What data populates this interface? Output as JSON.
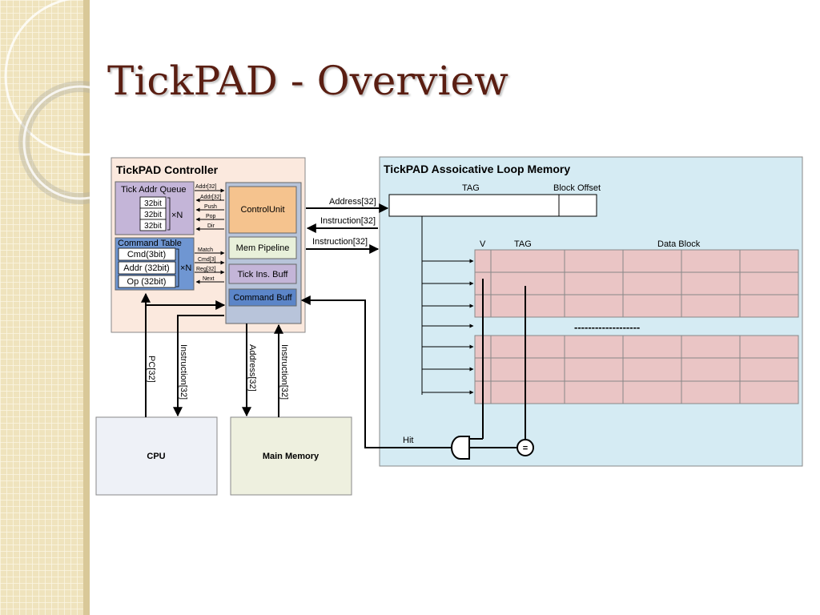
{
  "slide": {
    "title": "TickPAD - Overview"
  },
  "controller": {
    "title": "TickPAD Controller",
    "tick_addr_queue": {
      "label": "Tick Addr Queue",
      "entries": [
        "32bit",
        "32bit",
        "32bit"
      ],
      "multiplier": "×N"
    },
    "command_table": {
      "label": "Command Table",
      "entries": [
        "Cmd(3bit)",
        "Addr (32bit)",
        "Op (32bit)"
      ],
      "multiplier": "×N"
    },
    "signals_queue": [
      "Addr[32]",
      "Addr[32]",
      "Push",
      "Pop",
      "Dir"
    ],
    "signals_cmd": [
      "Match",
      "Cmd[3]",
      "Reg[32]",
      "Next"
    ],
    "control_unit": "ControlUnit",
    "mem_pipeline": "Mem Pipeline",
    "tick_ins_buff": "Tick Ins. Buff",
    "command_buff": "Command Buff"
  },
  "loop_memory": {
    "title": "TickPAD Assoicative Loop Memory",
    "tag_label": "TAG",
    "block_offset_label": "Block Offset",
    "v_label": "V",
    "tag_col_label": "TAG",
    "data_block_label": "Data Block",
    "ellipsis": "-------------------",
    "hit_label": "Hit",
    "compare_symbol": "="
  },
  "signals": {
    "address": "Address[32]",
    "instruction_in": "Instruction[32]",
    "instruction_out": "Instruction[32]",
    "pc": "PC[32]",
    "cpu_instruction": "Instruction[32]",
    "mem_address": "Address[32]",
    "mem_instruction": "Instruction[32]"
  },
  "cpu": {
    "label": "CPU"
  },
  "main_memory": {
    "label": "Main Memory"
  },
  "colors": {
    "title": "#5a1e12",
    "controller_bg": "#fbe9de",
    "loop_memory_bg": "#d5ebf3",
    "tick_addr_queue": "#c4b5d8",
    "command_table": "#6f96d2",
    "control_unit": "#f5c38e",
    "mem_pipeline": "#e8f0da",
    "tick_ins_buff": "#c4b5d8",
    "command_buff": "#5b85c8",
    "pipeline_col": "#b8c4da",
    "data_rows": "#eac5c5",
    "cpu": "#eef1f7",
    "main_memory": "#eef0df"
  }
}
